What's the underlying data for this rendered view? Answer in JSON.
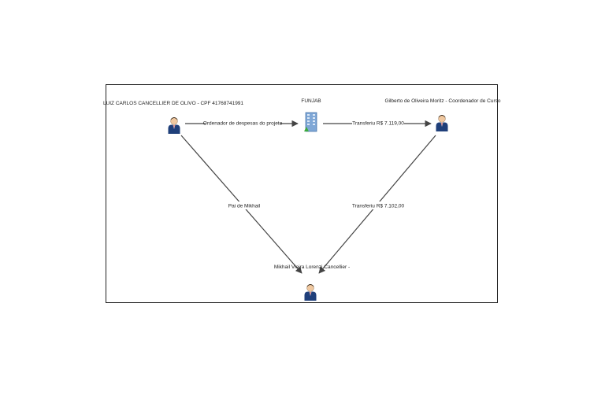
{
  "nodes": {
    "luiz": {
      "label": "LUIZ CARLOS CANCELLIER DE OLIVO - CPF 41768741991",
      "icon": "person-icon"
    },
    "funjab": {
      "label": "FUNJAB",
      "icon": "building-icon"
    },
    "gilberto": {
      "label": "Gilberto de Oliveira Moritz - Coordenador de Curso",
      "icon": "person-icon"
    },
    "mikhail": {
      "label": "Mikhail Vieira Lorenzi Cancellier -",
      "icon": "person-icon"
    }
  },
  "edges": {
    "luiz_funjab": "Ordenador de despesas do projeto",
    "funjab_gilberto": "Transferiu R$ 7.119,00",
    "gilberto_mikhail": "Transferiu R$ 7.102,00",
    "luiz_mikhail": "Pai de Mikhail"
  },
  "colors": {
    "person_suit": "#1f3f7a",
    "person_face": "#f0c8a0",
    "building": "#7fa7d6",
    "edge": "#444444"
  }
}
